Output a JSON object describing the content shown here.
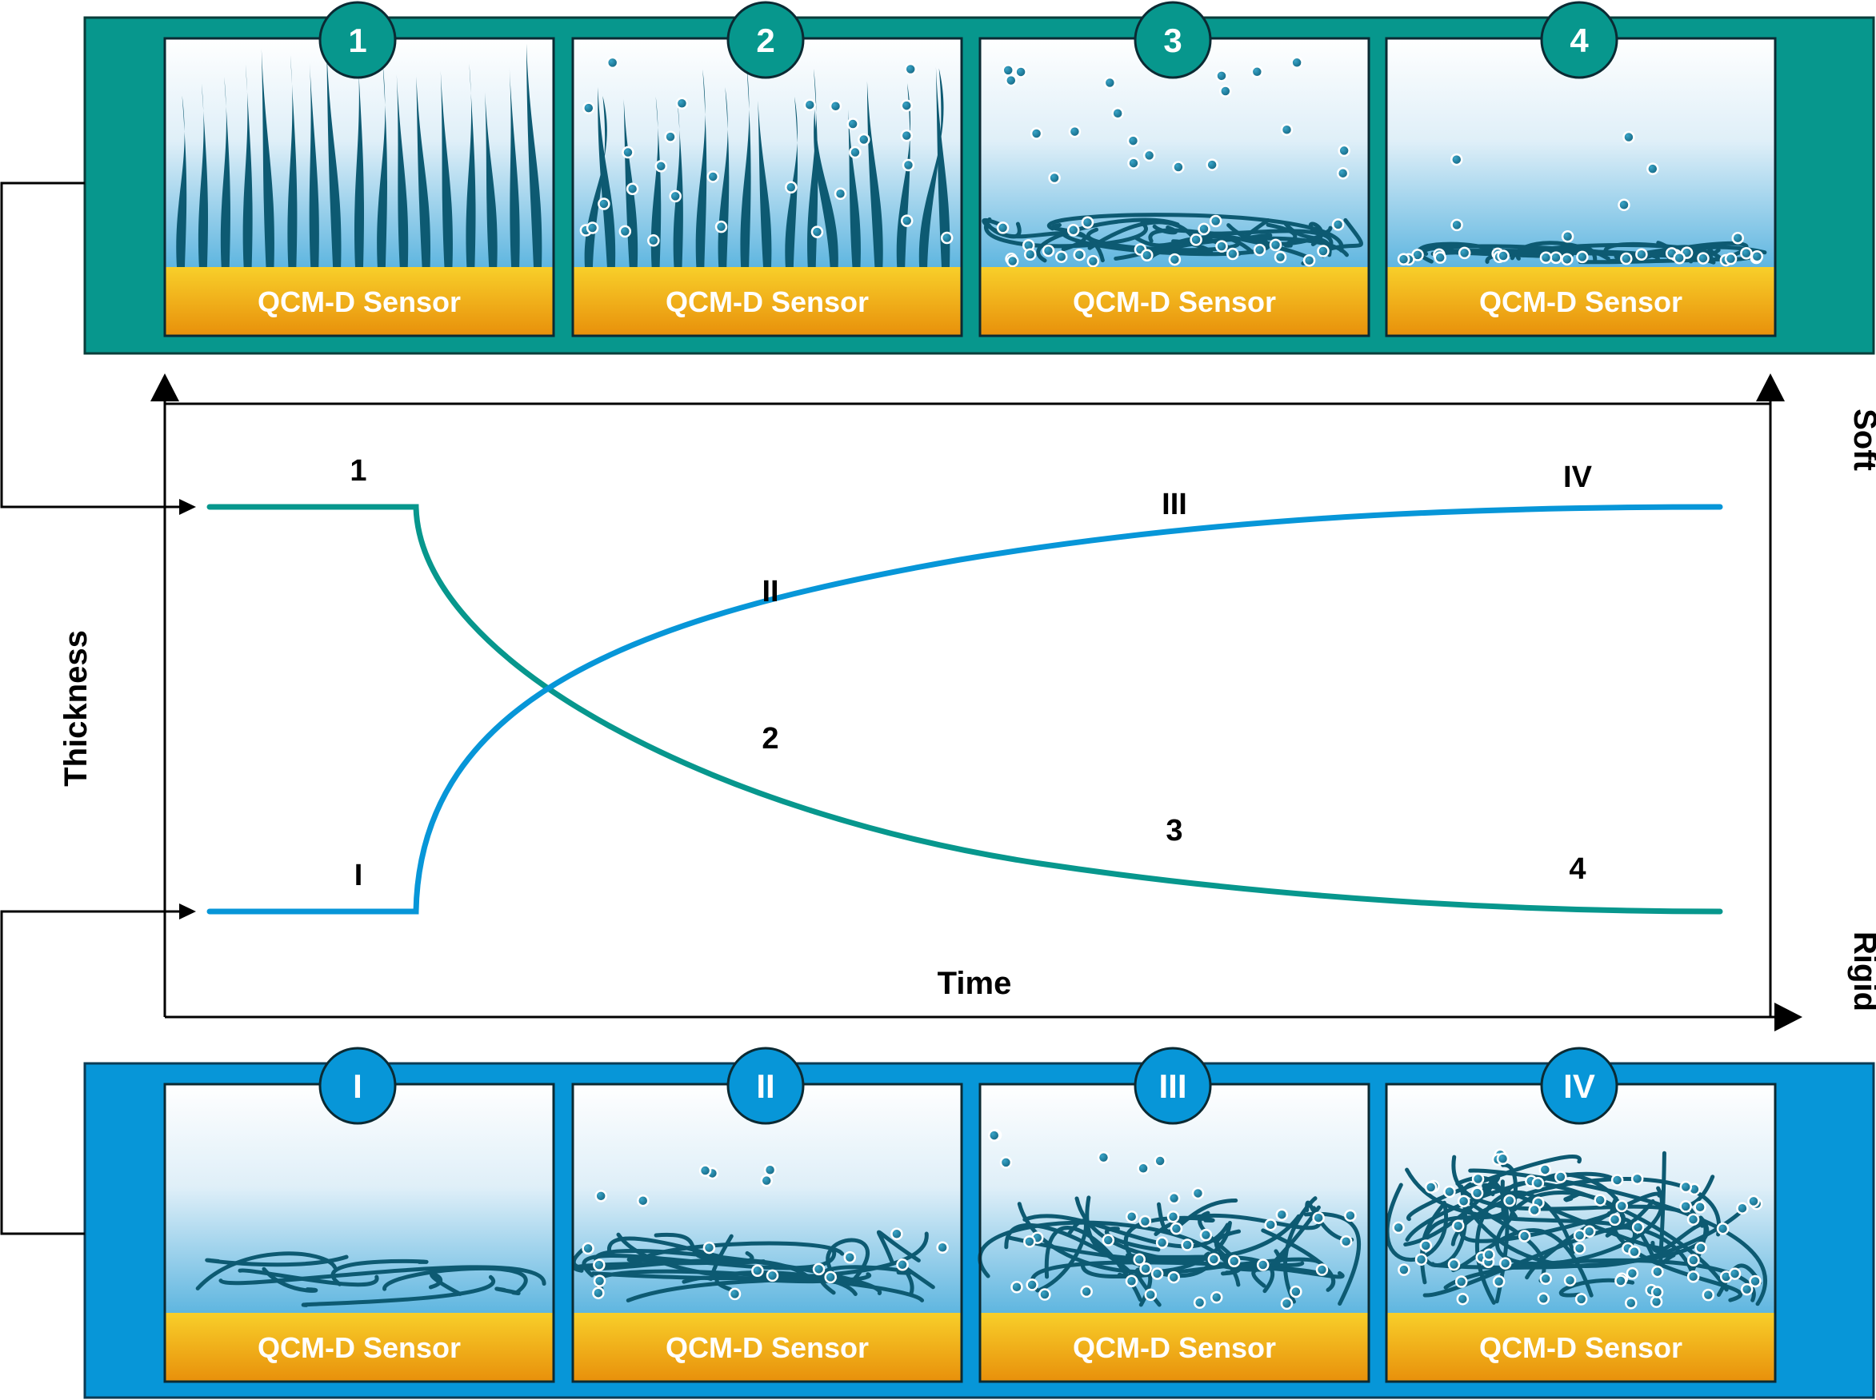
{
  "colors": {
    "teal": "#07978d",
    "blue": "#0796d8",
    "polymer": "#0d5a72",
    "particle": "#1e7d9e",
    "sensor_top": "#f6c61b",
    "sensor_bottom": "#e8900b",
    "liquid_top": "#ffffff",
    "liquid_bottom": "#6bbde3"
  },
  "sensor_label": "QCM-D Sensor",
  "top_panel": {
    "step_badges": [
      "1",
      "2",
      "3",
      "4"
    ]
  },
  "bottom_panel": {
    "step_badges": [
      "I",
      "II",
      "III",
      "IV"
    ]
  },
  "graph": {
    "y_axis_label": "Thickness",
    "x_axis_label": "Time",
    "right_label_top": "Soft",
    "right_label_bottom": "Rigid",
    "teal_curve_labels": [
      "1",
      "2",
      "3",
      "4"
    ],
    "blue_curve_labels": [
      "I",
      "II",
      "III",
      "IV"
    ]
  }
}
